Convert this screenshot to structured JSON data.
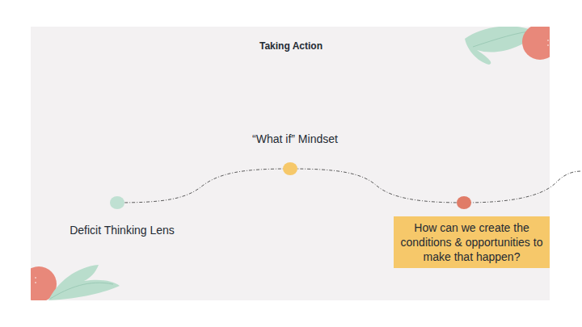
{
  "diagram": {
    "title": "Taking Action",
    "nodes": [
      {
        "text": [
          "How can we create the conditions & opportunities to make that happen?"
        ]
      }
    ],
    "labels": [
      "“What if” Mindset",
      "Deficit Thinking Lens"
    ]
  }
}
